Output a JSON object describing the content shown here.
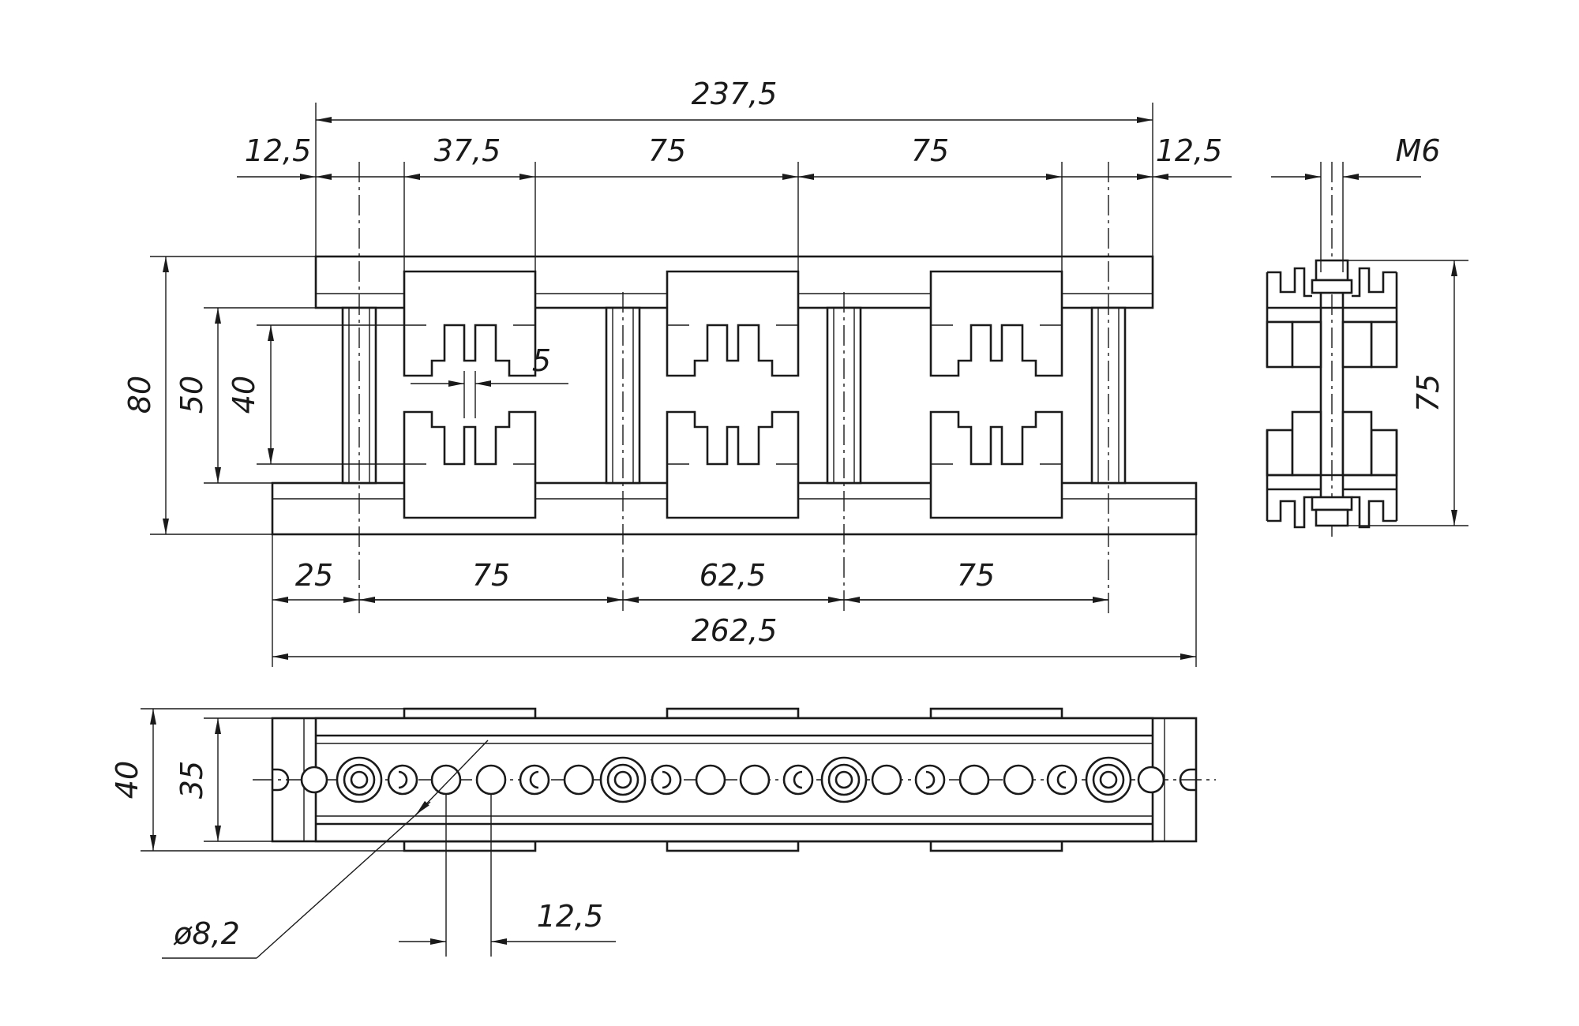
{
  "dimensions": {
    "overall_top": "237,5",
    "top_left_margin": "12,5",
    "top_seg1": "37,5",
    "top_seg2": "75",
    "top_seg3": "75",
    "top_right_margin": "12,5",
    "thread": "M6",
    "height_total": "80",
    "height_inner": "50",
    "height_block": "40",
    "gap": "5",
    "bolt_pitch": "75",
    "bottom_seg1": "25",
    "bottom_seg2": "75",
    "bottom_seg3": "62,5",
    "bottom_seg4": "75",
    "overall_bottom": "262,5",
    "plan_height_outer": "40",
    "plan_height_inner": "35",
    "hole_diameter": "ø8,2",
    "hole_pitch": "12,5"
  }
}
